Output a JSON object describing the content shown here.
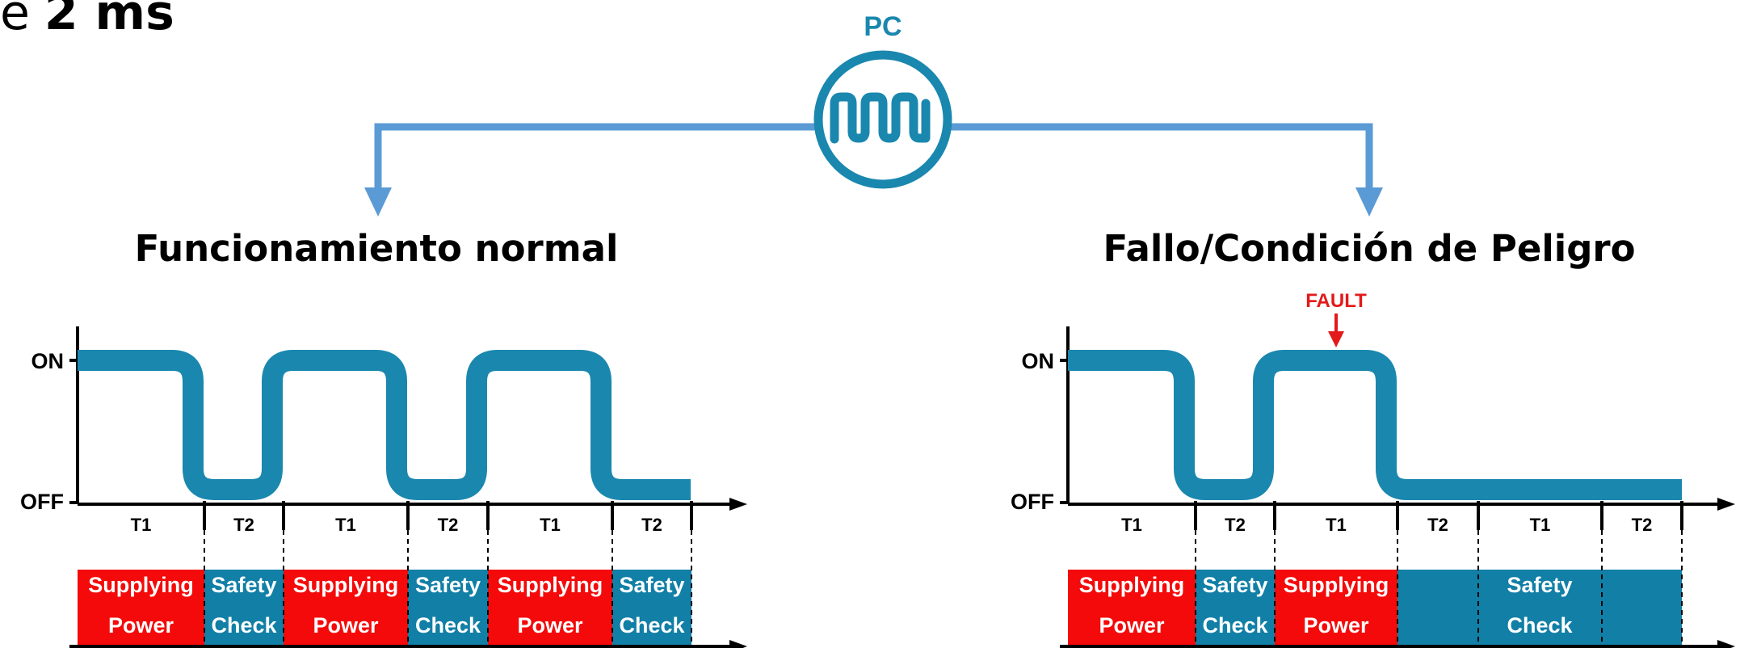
{
  "header": {
    "text_prefix": "e",
    "text_bold": "2 ms"
  },
  "source": {
    "label": "PC",
    "icon": "pulse-wave-icon"
  },
  "colors": {
    "wave": "#1a87ae",
    "arrow": "#5b9bd5",
    "supply": "#f40a0a",
    "check": "#117fa6",
    "fault": "#e31a1a",
    "pc_label": "#1a87ae",
    "text": "#000000"
  },
  "panels": [
    {
      "title": "Funcionamiento normal",
      "on_label": "ON",
      "off_label": "OFF",
      "segments": [
        {
          "period": "T1",
          "state": "supply",
          "lines": [
            "Supplying",
            "Power"
          ]
        },
        {
          "period": "T2",
          "state": "check",
          "lines": [
            "Safety",
            "Check"
          ]
        },
        {
          "period": "T1",
          "state": "supply",
          "lines": [
            "Supplying",
            "Power"
          ]
        },
        {
          "period": "T2",
          "state": "check",
          "lines": [
            "Safety",
            "Check"
          ]
        },
        {
          "period": "T1",
          "state": "supply",
          "lines": [
            "Supplying",
            "Power"
          ]
        },
        {
          "period": "T2",
          "state": "check",
          "lines": [
            "Safety",
            "Check"
          ]
        }
      ],
      "merged_block": null
    },
    {
      "title": "Fallo/Condición de Peligro",
      "on_label": "ON",
      "off_label": "OFF",
      "fault_label": "FAULT",
      "segments": [
        {
          "period": "T1",
          "state": "supply",
          "lines": [
            "Supplying",
            "Power"
          ]
        },
        {
          "period": "T2",
          "state": "check",
          "lines": [
            "Safety",
            "Check"
          ]
        },
        {
          "period": "T1",
          "state": "supply",
          "lines": [
            "Supplying",
            "Power"
          ]
        },
        {
          "period": "T2",
          "state": "check",
          "lines": []
        },
        {
          "period": "T1",
          "state": "check",
          "lines": []
        },
        {
          "period": "T2",
          "state": "check",
          "lines": []
        }
      ],
      "merged_block": {
        "lines": [
          "Safety",
          "Check"
        ]
      }
    }
  ]
}
